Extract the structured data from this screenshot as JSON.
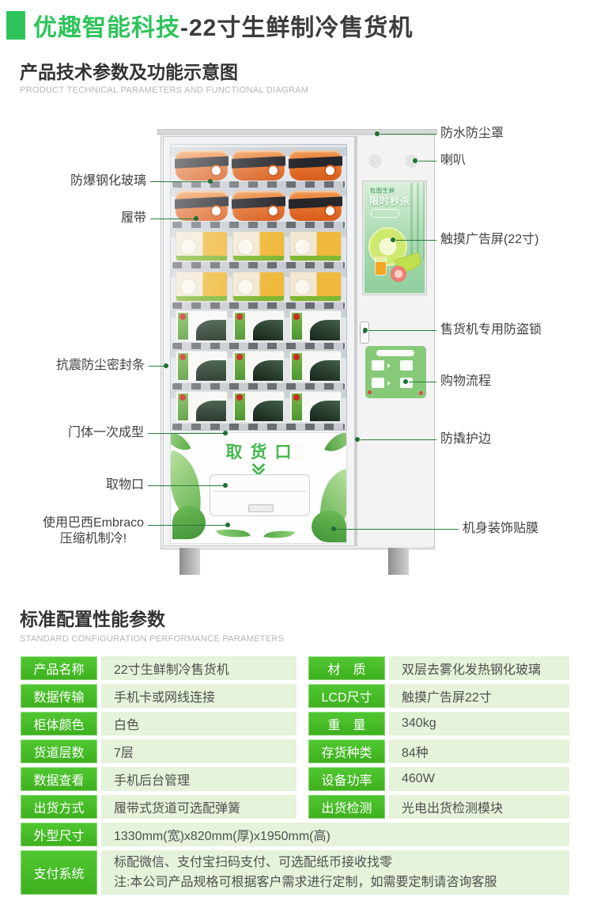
{
  "page": {
    "brand": "优趣智能科技",
    "product": "-22寸生鲜制冷售货机"
  },
  "section1": {
    "heading": "产品技术参数及功能示意图",
    "subheading": "PRODUCT TECHNICAL PARAMETERS AND FUNCTIONAL DIAGRAM"
  },
  "section2": {
    "heading": "标准配置性能参数",
    "subheading": "STANDARD CONFIGURATION PERFORMANCE PARAMETERS"
  },
  "diagram": {
    "callouts_left": [
      {
        "label": "防爆钢化玻璃"
      },
      {
        "label": "履带"
      },
      {
        "label": "抗震防尘密封条"
      },
      {
        "label": "门体一次成型"
      },
      {
        "label": "取物口"
      },
      {
        "label": "使用巴西Embraco\n压缩机制冷!"
      }
    ],
    "callouts_right": [
      {
        "label": "防水防尘罩"
      },
      {
        "label": "喇叭"
      },
      {
        "label": "触摸广告屏(22寸)"
      },
      {
        "label": "售货机专用防盗锁"
      },
      {
        "label": "购物流程"
      },
      {
        "label": "防撬护边"
      },
      {
        "label": "机身装饰贴膜"
      }
    ],
    "shelves": [
      "hotpot-bowl-orange",
      "hotpot-bowl-orange",
      "soup-box-yellow",
      "soup-box-yellow",
      "dumpling-box-green",
      "dumpling-box-green",
      "dumpling-box-green"
    ],
    "pickup_window_title": "取货口",
    "ad_screen": {
      "brand": "包图生鲜",
      "headline": "限时秒杀"
    }
  },
  "spec_table": {
    "pair_rows": [
      [
        {
          "label": "产品名称",
          "value": "22寸生鲜制冷售货机"
        },
        {
          "label": "材　质",
          "value": "双层去雾化发热钢化玻璃"
        }
      ],
      [
        {
          "label": "数据传输",
          "value": "手机卡或网线连接"
        },
        {
          "label": "LCD尺寸",
          "value": "触摸广告屏22寸"
        }
      ],
      [
        {
          "label": "柜体颜色",
          "value": "白色"
        },
        {
          "label": "重　量",
          "value": "340kg"
        }
      ],
      [
        {
          "label": "货道层数",
          "value": "7层"
        },
        {
          "label": "存货种类",
          "value": "84种"
        }
      ],
      [
        {
          "label": "数据查看",
          "value": "手机后台管理"
        },
        {
          "label": "设备功率",
          "value": "460W"
        }
      ],
      [
        {
          "label": "出货方式",
          "value": "履带式货道可选配弹簧"
        },
        {
          "label": "出货检测",
          "value": "光电出货检测模块"
        }
      ]
    ],
    "full_rows": [
      {
        "label": "外型尺寸",
        "lines": [
          "1330mm(宽)x820mm(厚)x1950mm(高)"
        ]
      },
      {
        "label": "支付系统",
        "lines": [
          "标配微信、支付宝扫码支付、可选配纸币接收找零",
          "注:本公司产品规格可根据客户需求进行定制，如需要定制请咨询客服"
        ]
      }
    ]
  },
  "colors": {
    "accent_green": "#2fc45b",
    "table_label_green": "#44bf23",
    "table_value_bg": "#e4f3d9",
    "callout_line": "#2a7b3b",
    "pickup_text": "#44b84e"
  }
}
